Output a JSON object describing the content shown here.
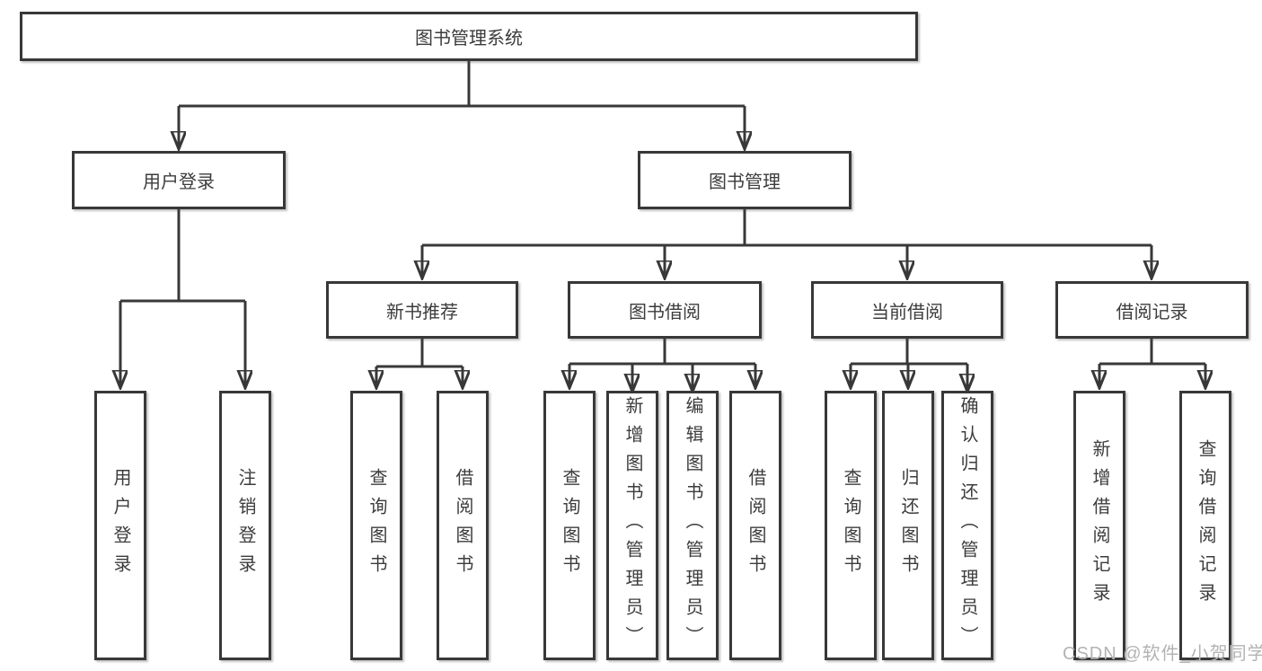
{
  "diagram": {
    "root": {
      "label": "图书管理系统"
    },
    "user_login": {
      "label": "用户登录",
      "children": [
        {
          "label": "用户登录"
        },
        {
          "label": "注销登录"
        }
      ]
    },
    "book_mgmt": {
      "label": "图书管理",
      "sections": {
        "new_book": {
          "label": "新书推荐",
          "children": [
            {
              "label": "查询图书"
            },
            {
              "label": "借阅图书"
            }
          ]
        },
        "borrow": {
          "label": "图书借阅",
          "children": [
            {
              "label": "查询图书"
            },
            {
              "label": "新增图书（管理员）"
            },
            {
              "label": "编辑图书（管理员）"
            },
            {
              "label": "借阅图书"
            }
          ]
        },
        "current": {
          "label": "当前借阅",
          "children": [
            {
              "label": "查询图书"
            },
            {
              "label": "归还图书"
            },
            {
              "label": "确认归还（管理员）"
            }
          ]
        },
        "records": {
          "label": "借阅记录",
          "children": [
            {
              "label": "新增借阅记录"
            },
            {
              "label": "查询借阅记录"
            }
          ]
        }
      }
    }
  },
  "watermark": {
    "text": "CSDN @软件_小贺同学"
  },
  "colors": {
    "line": "#383838",
    "text": "#3c3c3c",
    "watermark": "#b3b3b3",
    "background": "#ffffff"
  }
}
